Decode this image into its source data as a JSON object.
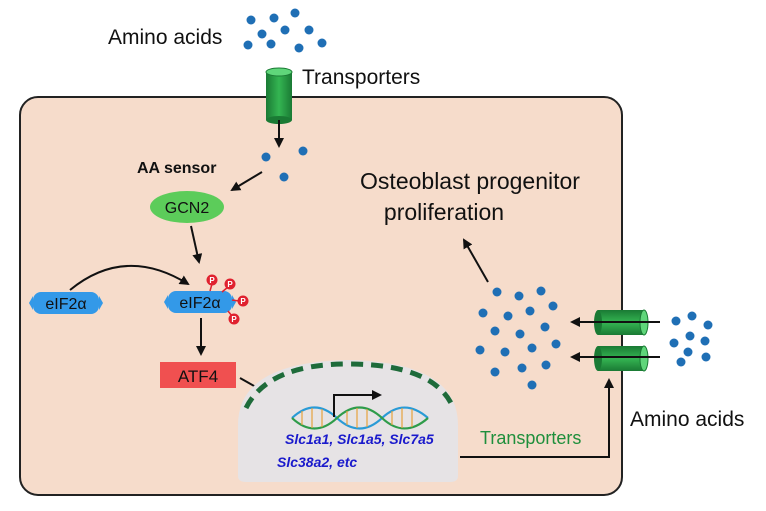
{
  "labels": {
    "amino_acids_top": "Amino acids",
    "transporters_top": "Transporters",
    "aa_sensor": "AA sensor",
    "gcn2": "GCN2",
    "eif2a_left": "eIF2α",
    "eif2a_right": "eIF2α",
    "atf4": "ATF4",
    "phospho": "P",
    "genes_line1": "Slc1a1, Slc1a5, Slc7a5",
    "genes_line2": "Slc38a2, etc",
    "transporters_bottom": "Transporters",
    "amino_acids_right": "Amino acids",
    "outcome_line1": "Osteoblast progenitor",
    "outcome_line2": "proliferation"
  },
  "colors": {
    "cell_fill": "#f6dccb",
    "cell_stroke": "#222222",
    "dot_blue": "#1f6fb5",
    "gcn2_green": "#5ccc5a",
    "eif2a_blue": "#3399e8",
    "atf4_red": "#f05050",
    "phospho_red": "#e0212f",
    "transporter_green": "#1f8f3c",
    "nucleus_gray": "#e6e3e5",
    "nuclear_membrane": "#1e6b3a",
    "gene_text": "#1a1acc",
    "transporters_bottom_text": "#1f8f3c"
  }
}
